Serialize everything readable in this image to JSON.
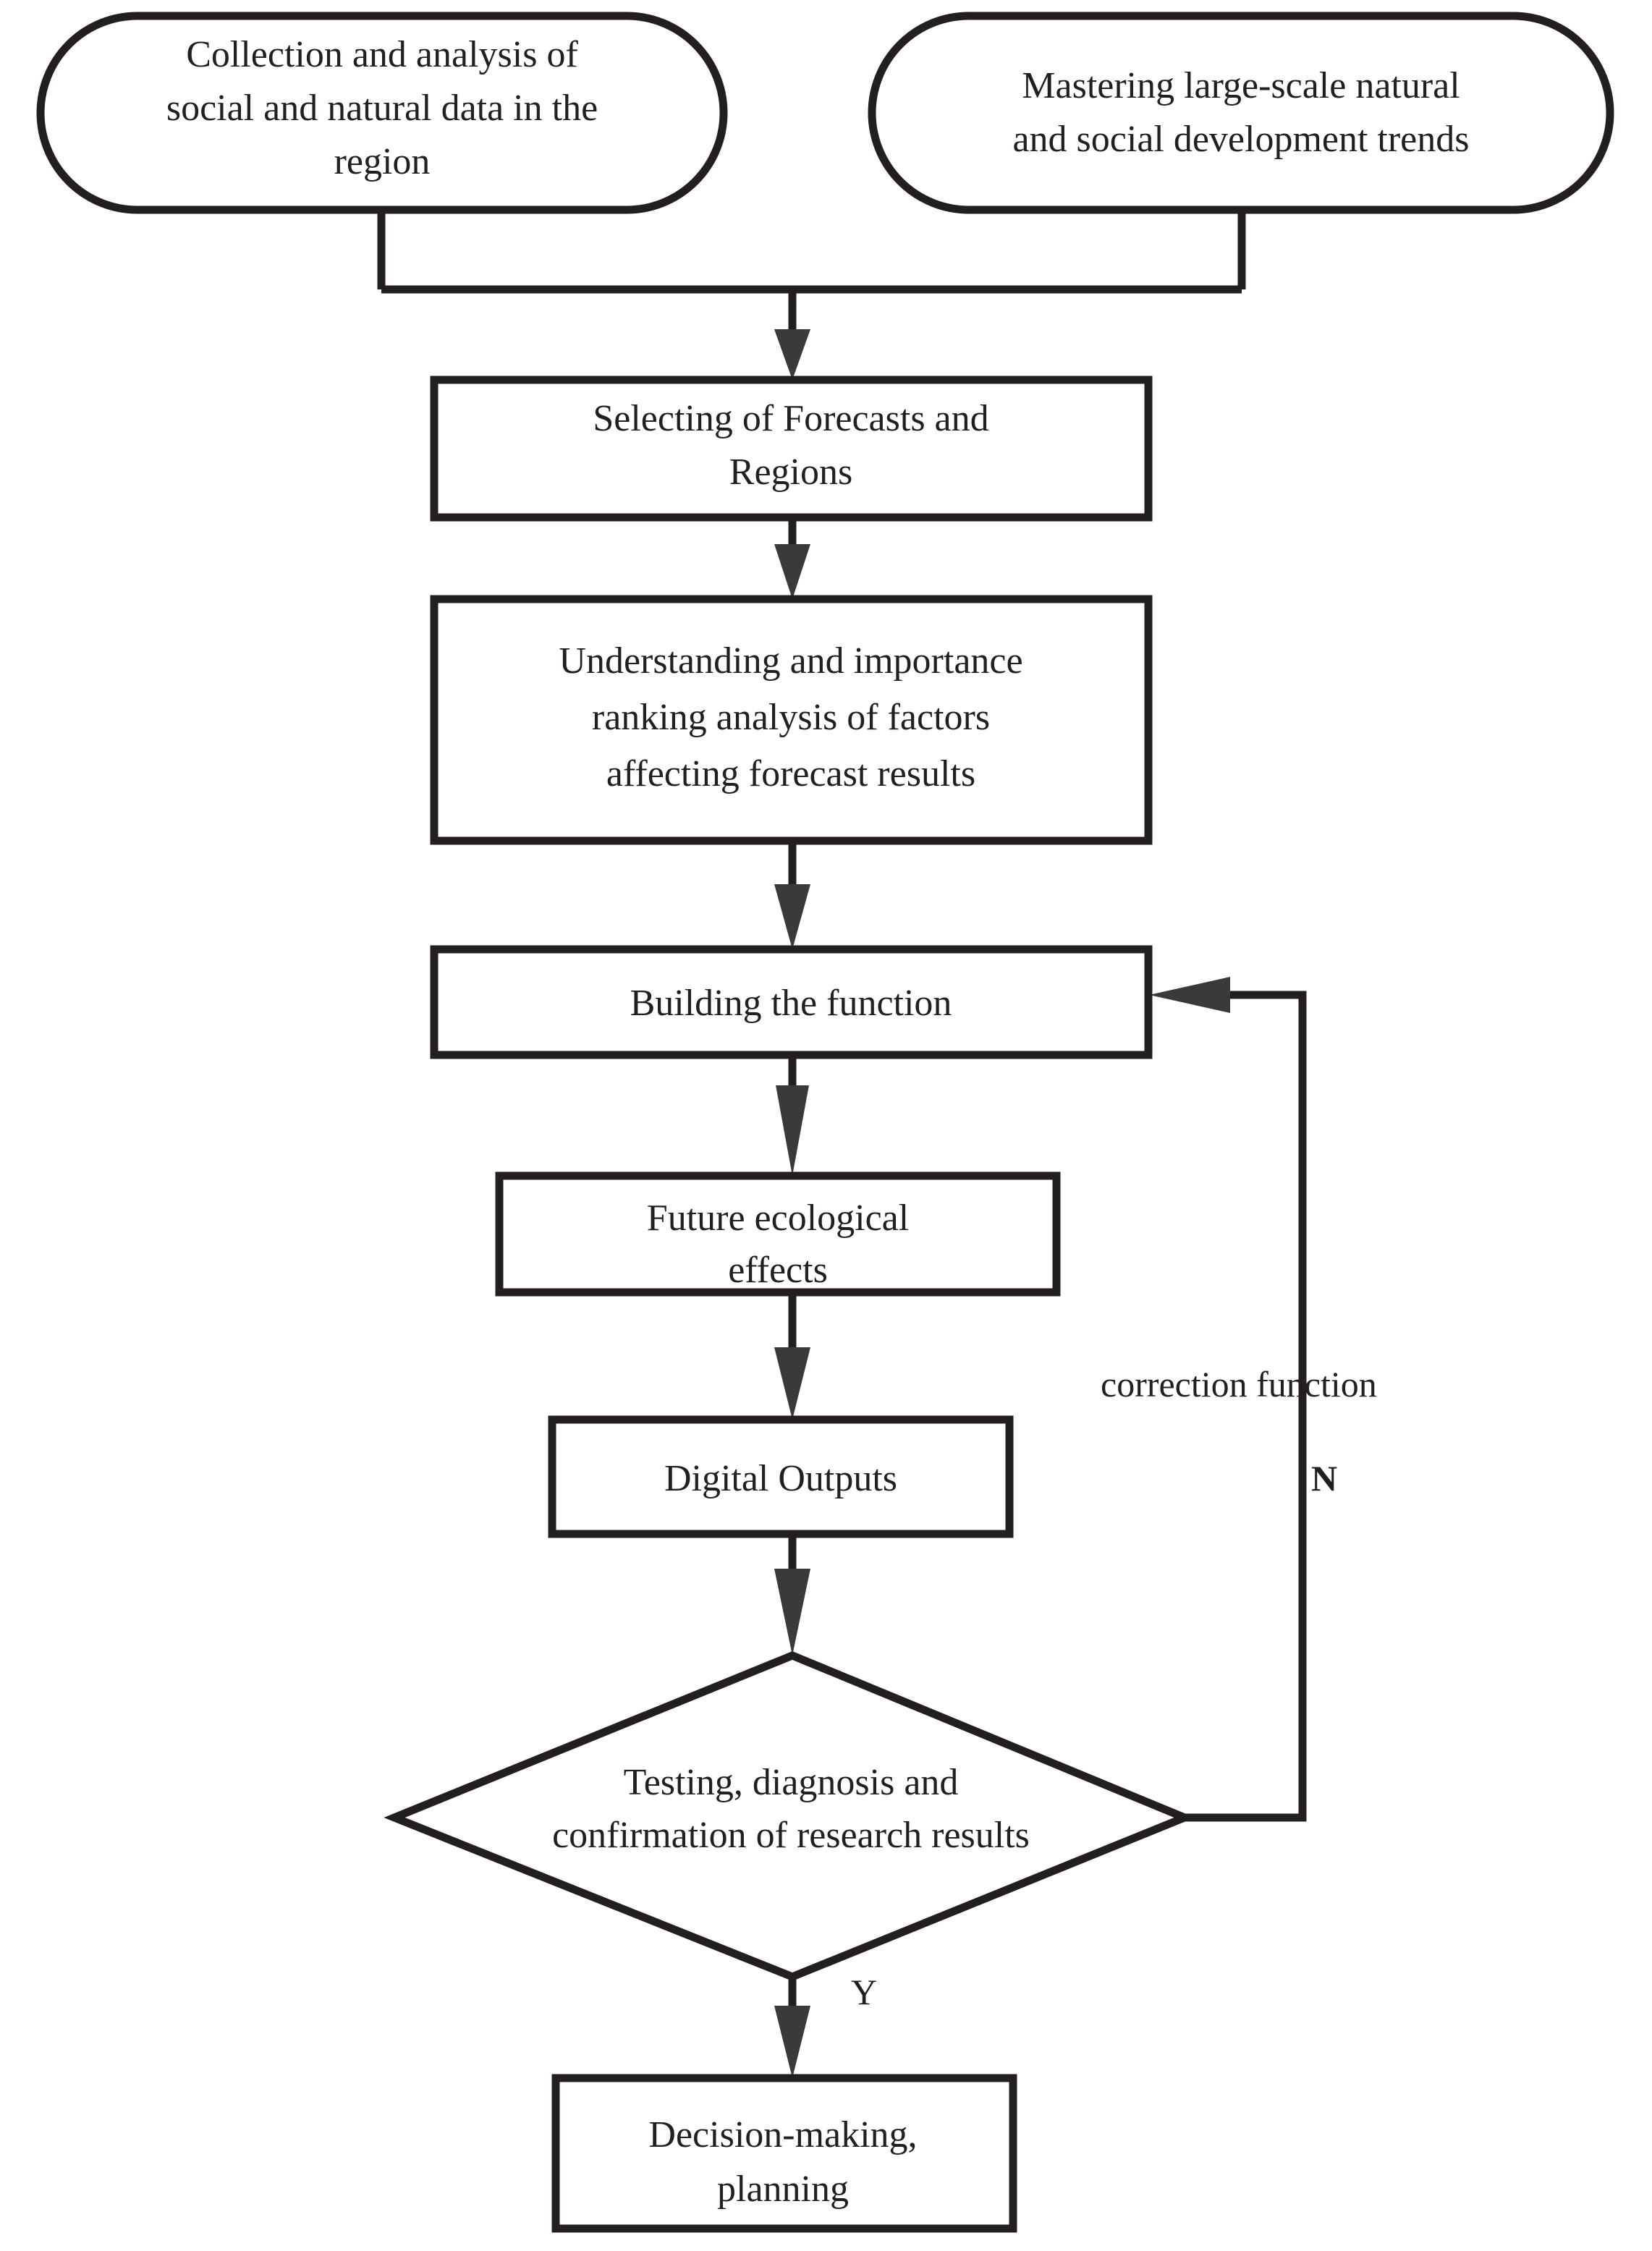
{
  "diagram": {
    "title": "Ecological forecasting decision flowchart",
    "background_color": "#ffffff",
    "line_color": "#231f20",
    "arrow_color": "#3a3a3c",
    "nodes": [
      {
        "id": "collection",
        "shape": "rounded-terminator",
        "lines": [
          "Collection and analysis of",
          "social and natural data in the",
          "region"
        ]
      },
      {
        "id": "mastering",
        "shape": "rounded-terminator",
        "lines": [
          "Mastering large-scale natural",
          "and social development trends"
        ]
      },
      {
        "id": "selecting",
        "shape": "process-box",
        "lines": [
          "Selecting of Forecasts and",
          "Regions"
        ]
      },
      {
        "id": "understanding",
        "shape": "process-box",
        "lines": [
          "Understanding and importance",
          "ranking analysis of factors",
          "affecting forecast results"
        ]
      },
      {
        "id": "building",
        "shape": "process-box",
        "lines": [
          "Building the function"
        ]
      },
      {
        "id": "future",
        "shape": "process-box",
        "lines": [
          "Future ecological",
          "effects"
        ]
      },
      {
        "id": "digital",
        "shape": "process-box",
        "lines": [
          "Digital Outputs"
        ]
      },
      {
        "id": "testing",
        "shape": "decision-diamond",
        "lines": [
          "Testing, diagnosis and",
          "confirmation of research results"
        ]
      },
      {
        "id": "decision",
        "shape": "process-box",
        "lines": [
          "Decision-making,",
          "planning"
        ]
      }
    ],
    "edge_labels": {
      "correction": "correction function",
      "no_branch": "N",
      "yes_branch": "Y"
    },
    "edges": [
      {
        "from": "collection",
        "to": "selecting",
        "label": ""
      },
      {
        "from": "mastering",
        "to": "selecting",
        "label": ""
      },
      {
        "from": "selecting",
        "to": "understanding",
        "label": ""
      },
      {
        "from": "understanding",
        "to": "building",
        "label": ""
      },
      {
        "from": "building",
        "to": "future",
        "label": ""
      },
      {
        "from": "future",
        "to": "digital",
        "label": ""
      },
      {
        "from": "digital",
        "to": "testing",
        "label": ""
      },
      {
        "from": "testing",
        "to": "decision",
        "label": "Y"
      },
      {
        "from": "testing",
        "to": "building",
        "label": "N / correction function"
      }
    ]
  }
}
